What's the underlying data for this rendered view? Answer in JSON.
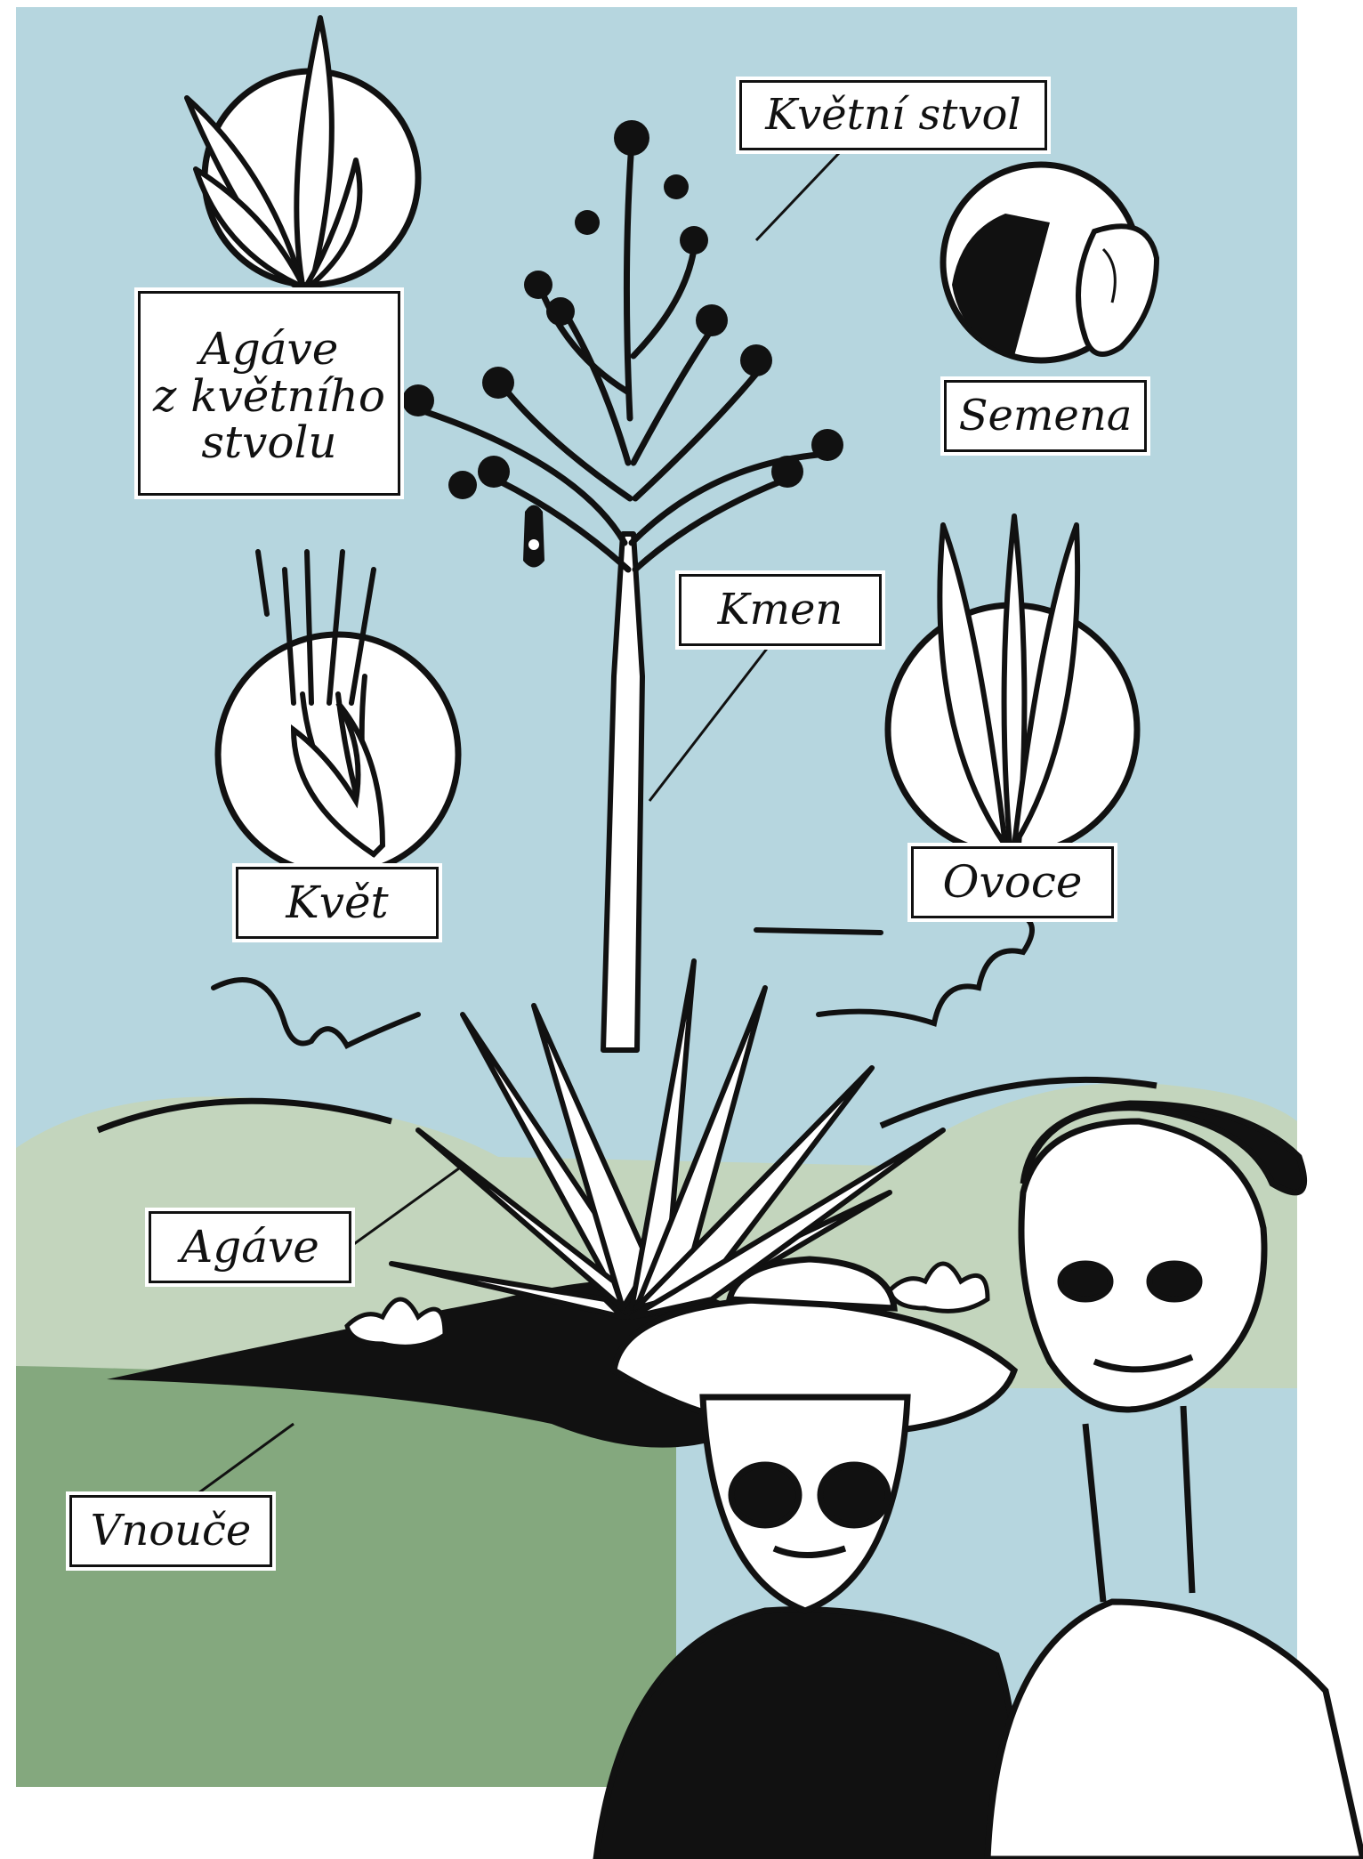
{
  "colors": {
    "sky": "#b6d6df",
    "hill_light": "#c3d5bd",
    "ground": "#84a87e",
    "ink": "#111111",
    "paper": "#ffffff"
  },
  "labels": {
    "kvetni_stvol": "Květní stvol",
    "agave_z_kvetniho_stvolu": "Agáve\nz květního\nstvolu",
    "semena": "Semena",
    "kmen": "Kmen",
    "kvet": "Květ",
    "ovoce": "Ovoce",
    "agave": "Agáve",
    "vnouce": "Vnouče"
  },
  "icons": {
    "bulbil_sprout": "sprout-icon",
    "seed_pod": "seed-pod-icon",
    "flower": "agave-flower-icon",
    "fruit": "fruit-capsule-icon",
    "bat": "bat-icon"
  }
}
